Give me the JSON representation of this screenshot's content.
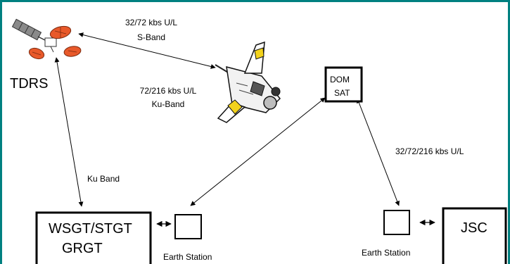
{
  "colors": {
    "frame": "#008080",
    "line": "#000000",
    "background": "#ffffff",
    "dish": "#e8592a",
    "panel": "#8a8a8a",
    "shuttle_accent": "#f2d21c"
  },
  "labels": {
    "tdrs": "TDRS",
    "sband_rate": "32/72 kbs U/L",
    "sband_name": "S-Band",
    "kuband_rate": "72/216 kbs U/L",
    "kuband_name": "Ku-Band",
    "ku_band": "Ku Band",
    "domsat_line1": "DOM",
    "domsat_line2": "SAT",
    "domsat_rate": "32/72/216 kbs U/L",
    "wsgt_line1": "WSGT/STGT",
    "wsgt_line2": "GRGT",
    "earth_station_left": "Earth Station",
    "earth_station_right": "Earth Station",
    "jsc": "JSC"
  },
  "icons": {
    "tdrs": "tdrs-satellite-icon",
    "shuttle": "space-shuttle-icon"
  }
}
